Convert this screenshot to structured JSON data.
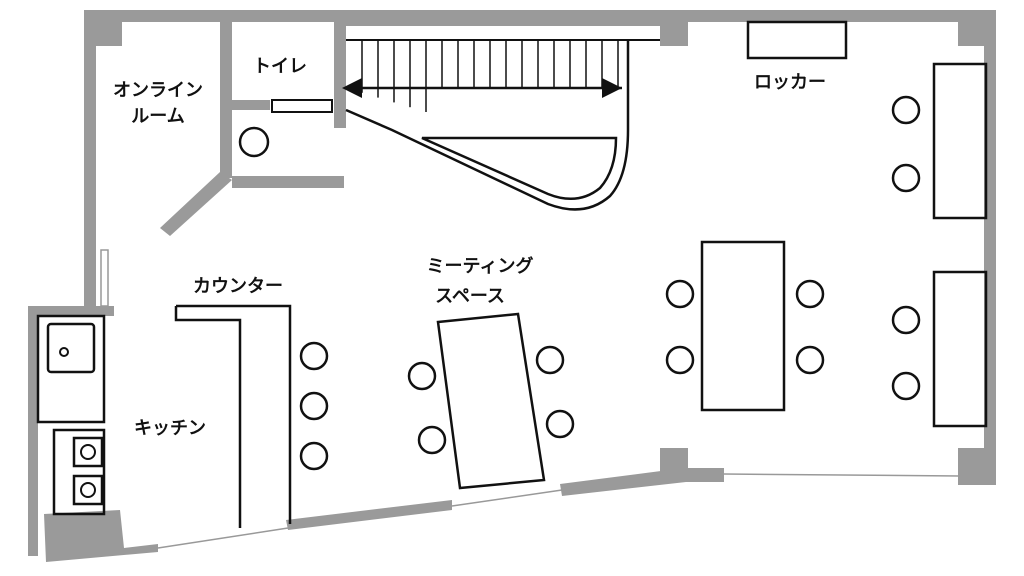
{
  "rooms": {
    "online_room": [
      "オンライン",
      "ルーム"
    ],
    "toilet": "トイレ",
    "locker": "ロッカー",
    "counter": "カウンター",
    "meeting": [
      "ミーティング",
      "スペース"
    ],
    "kitchen": "キッチン"
  }
}
